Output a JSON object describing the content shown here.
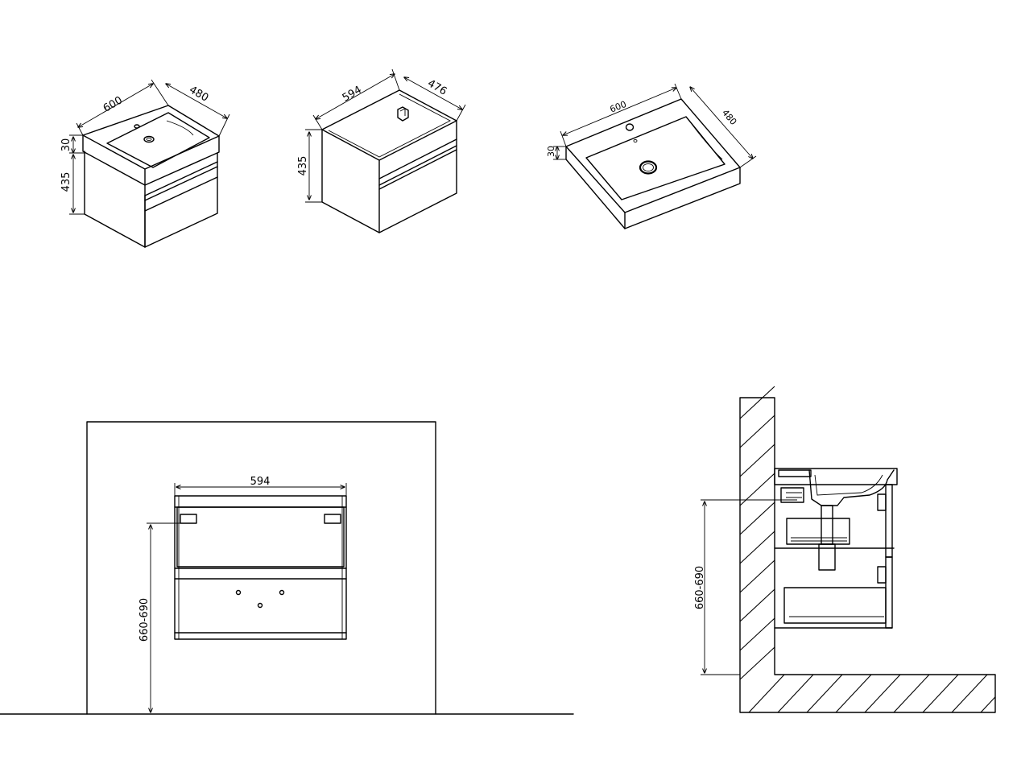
{
  "views": {
    "cabinet_with_basin": {
      "width": "600",
      "depth": "480",
      "top_thickness": "30",
      "height": "435"
    },
    "cabinet_only": {
      "width": "594",
      "depth": "476",
      "height": "435"
    },
    "basin": {
      "width": "600",
      "depth": "480",
      "thickness": "30"
    },
    "front_elevation": {
      "width": "594",
      "mount_height": "660-690"
    },
    "side_section": {
      "mount_height": "660-690"
    }
  }
}
